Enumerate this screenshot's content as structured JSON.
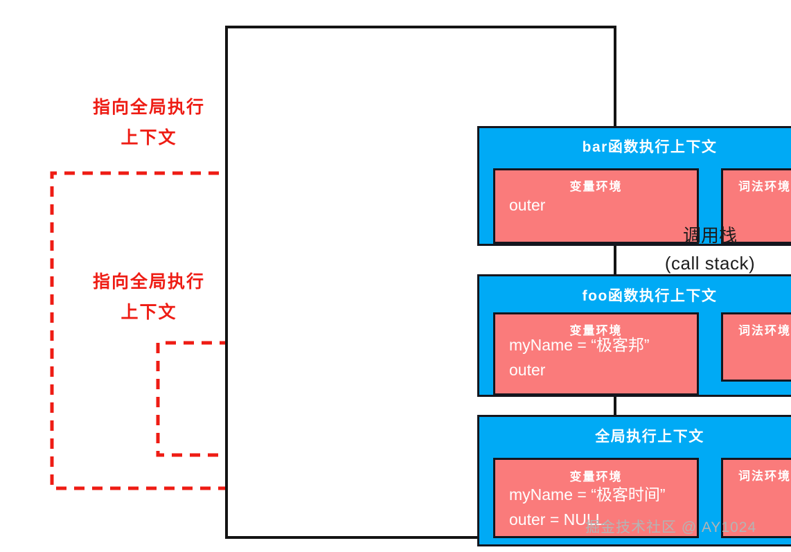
{
  "callstack": {
    "caption_cn": "调用栈",
    "caption_en": "(call stack)",
    "contexts": [
      {
        "id": "bar",
        "title": "bar函数执行上下文",
        "variable_env": {
          "title": "变量环境",
          "lines": "outer"
        },
        "lexical_env": {
          "title": "词法环境"
        }
      },
      {
        "id": "foo",
        "title": "foo函数执行上下文",
        "variable_env": {
          "title": "变量环境",
          "line1": "myName = “极客邦”",
          "line2": "outer"
        },
        "lexical_env": {
          "title": "词法环境"
        }
      },
      {
        "id": "global",
        "title": "全局执行上下文",
        "variable_env": {
          "title": "变量环境",
          "line1": "myName = “极客时间”",
          "line2": "outer = NULL"
        },
        "lexical_env": {
          "title": "词法环境"
        }
      }
    ]
  },
  "annotations": [
    {
      "id": "bar-outer-pointer",
      "text_line1": "指向全局执行",
      "text_line2": "上下文"
    },
    {
      "id": "foo-outer-pointer",
      "text_line1": "指向全局执行",
      "text_line2": "上下文"
    }
  ],
  "watermark": "掘金技术社区 @ AY1024",
  "colors": {
    "context_blue": "#00AAF5",
    "environment_pink": "#FA7B7B",
    "annotation_red": "#EE1C14",
    "border_black": "#14161E",
    "text_white": "#FFFFFF",
    "watermark_gray": "#B4B4B4"
  }
}
